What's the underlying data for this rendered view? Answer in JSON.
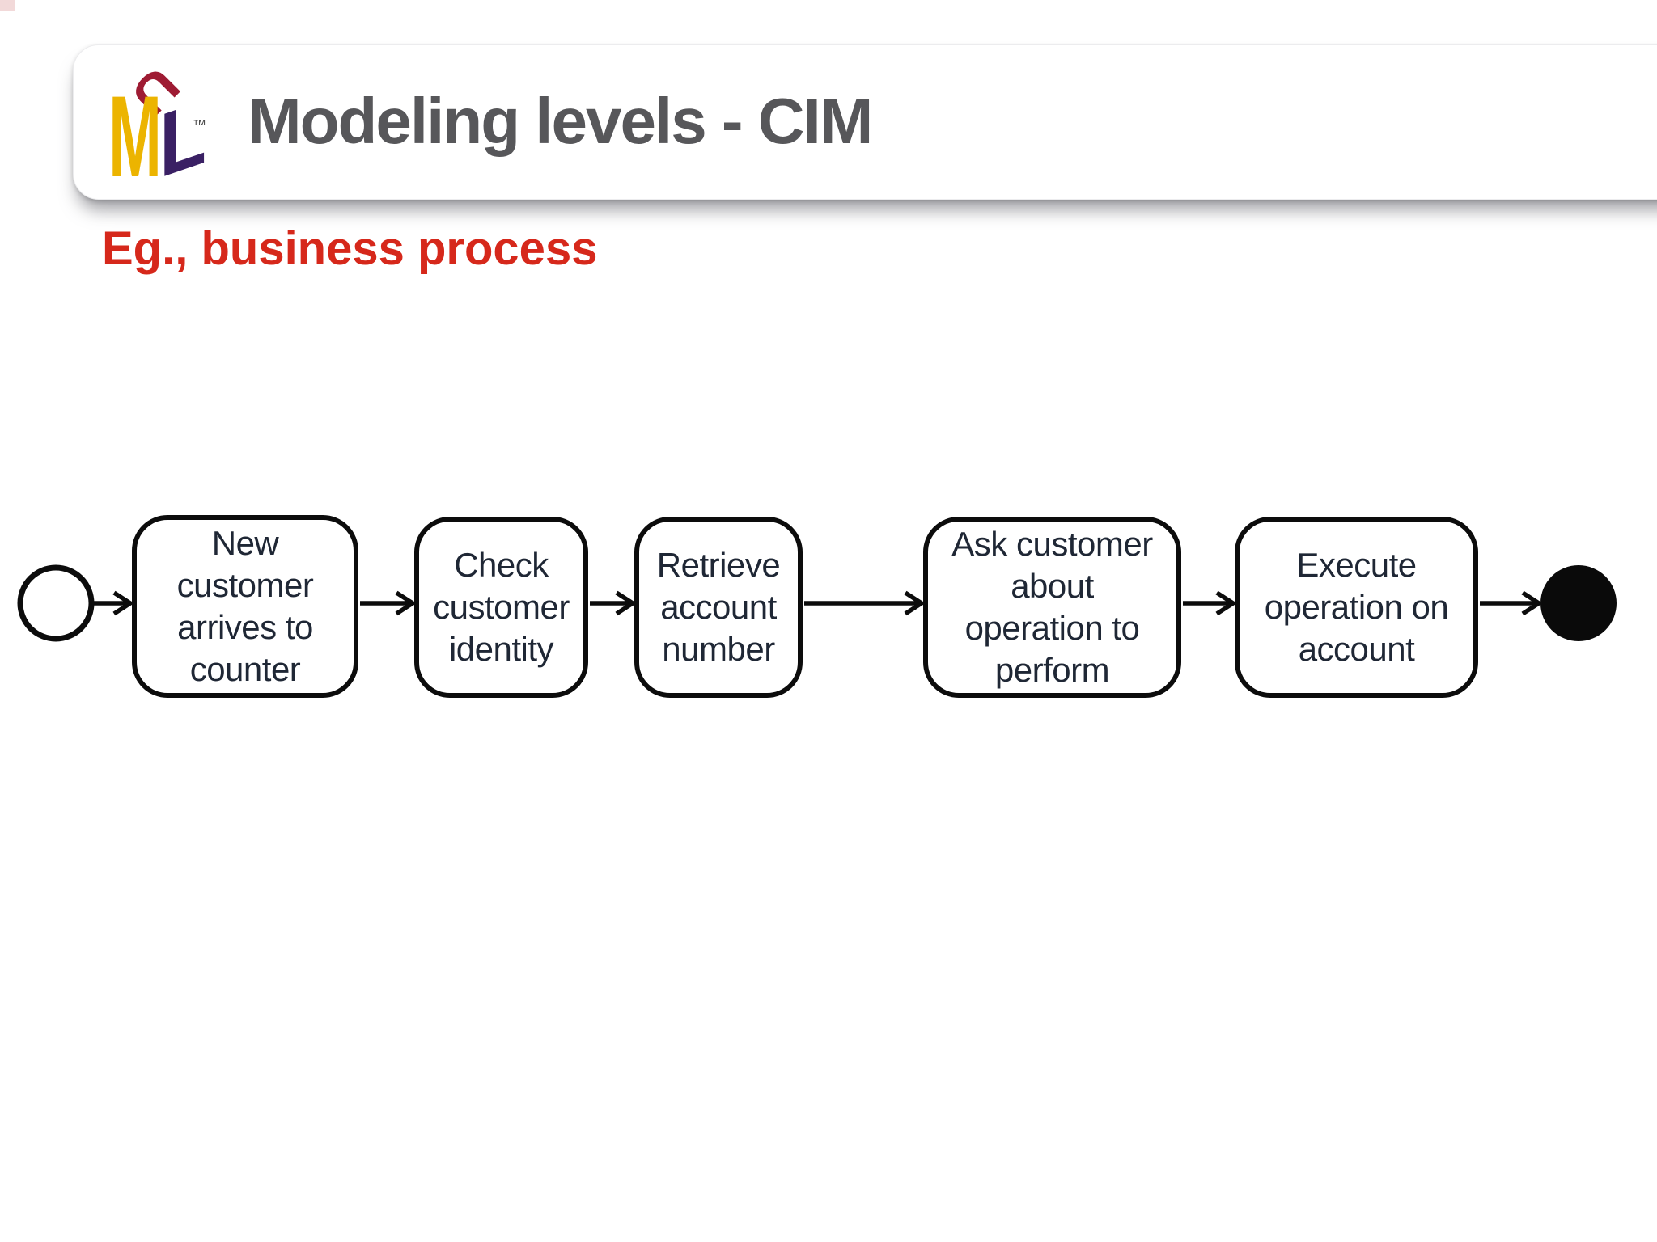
{
  "slide": {
    "title": "Modeling levels - CIM",
    "subtitle": "Eg., business process",
    "logo": {
      "name": "UML logo",
      "letters": {
        "top": "U",
        "left": "M",
        "right": "L"
      },
      "trademark": "™"
    }
  },
  "diagram": {
    "kind": "uml-activity-diagram",
    "start_node": "initial-node (open circle)",
    "final_node": "activity-final-node (filled circle)",
    "activities": [
      {
        "label": "New\ncustomer\narrives to\ncounter"
      },
      {
        "label": "Check\ncustomer\nidentity"
      },
      {
        "label": "Retrieve\naccount\nnumber"
      },
      {
        "label": "Ask customer\nabout\noperation to\nperform"
      },
      {
        "label": "Execute\noperation on\naccount"
      }
    ],
    "flow": [
      "start",
      "activity-1",
      "activity-2",
      "activity-3",
      "activity-4",
      "activity-5",
      "end"
    ]
  },
  "colors": {
    "title_text": "#57575a",
    "subtitle_red": "#d6281b",
    "logo_red": "#9e1b33",
    "logo_yellow": "#ecb400",
    "logo_purple": "#3a2064",
    "diagram_ink": "#0c0c0c",
    "box_text": "#1f2735",
    "background": "#ffffff"
  }
}
